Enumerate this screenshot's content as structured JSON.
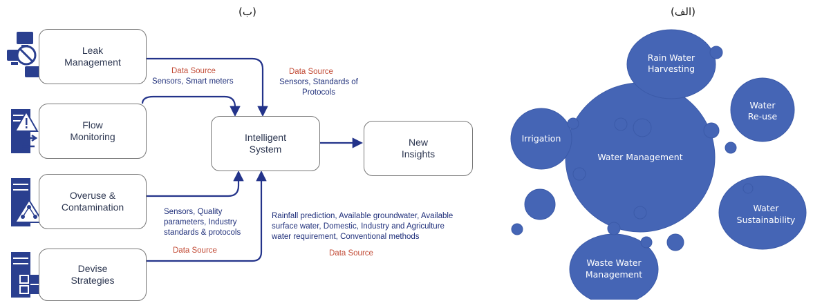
{
  "panel_labels": {
    "left": "(ب)",
    "right": "(الف)"
  },
  "colors": {
    "arrow": "#23338a",
    "bubble": "#4565b5",
    "red_text": "#c24b36",
    "blue_text": "#1f2f7a"
  },
  "flow": {
    "sources": [
      {
        "label": "Leak\nManagement",
        "icon": "network-computers-icon"
      },
      {
        "label": "Flow\nMonitoring",
        "icon": "server-alert-icon"
      },
      {
        "label": "Overuse &\nContamination",
        "icon": "server-tree-icon"
      },
      {
        "label": "Devise\nStrategies",
        "icon": "server-windows-icon"
      }
    ],
    "intelligent_system": "Intelligent\nSystem",
    "new_insights": "New\nInsights",
    "notes": {
      "leak_title": "Data Source",
      "leak_body": "Sensors, Smart meters",
      "top_title": "Data Source",
      "top_body": "Sensors, Standards of\nProtocols",
      "overuse_body": "Sensors, Quality\nparameters, Industry\nstandards & protocols",
      "overuse_title": "Data Source",
      "rainfall_body": "Rainfall prediction, Available groundwater, Available\nsurface water, Domestic, Industry and Agriculture\nwater requirement, Conventional methods",
      "rainfall_title": "Data Source"
    }
  },
  "bubbles": {
    "center": "Water Management",
    "rain": [
      "Rain Water",
      "Harvesting"
    ],
    "reuse": [
      "Water",
      "Re-use"
    ],
    "irrigation": [
      "Irrigation"
    ],
    "sustainability": [
      "Water",
      "Sustainability"
    ],
    "waste": [
      "Waste Water",
      "Management"
    ]
  }
}
